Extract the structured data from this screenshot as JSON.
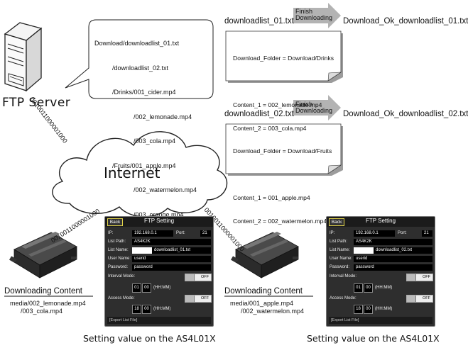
{
  "server": {
    "label": "FTP Server",
    "bubble_lines": [
      "Download/downloadlist_01.txt",
      "          /downloadlist_02.txt",
      "          /Drinks/001_cider.mp4",
      "                      /002_lemonade.mp4",
      "                      /003_cola.mp4",
      "          /Fruits/001_apple.mp4",
      "                      /002_watermelon.mp4",
      "                      /003_orange.mp4"
    ]
  },
  "internet_label": "Internet",
  "binary_text": "0010011000001000",
  "flows": [
    {
      "source": "downloadlist_01.txt",
      "arrow_text": "Finish\nDownloading",
      "target": "Download_Ok_downloadlist_01.txt",
      "note_lines": [
        "Download_Folder = Download/Drinks",
        "",
        "Content_1 = 002_lemonade.mp4",
        "Content_2 = 003_cola.mp4"
      ]
    },
    {
      "source": "downloadlist_02.txt",
      "arrow_text": "Finish\nDownloading",
      "target": "Download_Ok_downloadlist_02.txt",
      "note_lines": [
        "Download_Folder = Download/Fruits",
        "",
        "Content_1 = 001_apple.mp4",
        "Content_2 = 002_watermelon.mp4"
      ]
    }
  ],
  "devices": [
    {
      "title": "Downloading Content",
      "content": "media/002_lemonade.mp4\n      /003_cola.mp4",
      "caption": "Setting value on the AS4L01X",
      "panel": {
        "back": "Back",
        "title": "FTP Setting",
        "ip_label": "IP:",
        "ip": "192.168.0.1",
        "port_label": "Port:",
        "port": "21",
        "list_path_label": "List Path:",
        "list_path": "AS4K2K",
        "list_name_label": "List Name:",
        "list_name": "downloadlist_01.txt",
        "user_label": "User Name:",
        "user": "userid",
        "password_label": "Password:",
        "password": "password",
        "interval_label": "Interval Mode:",
        "interval_toggle": "OFF",
        "interval_h": "01",
        "interval_m": "00",
        "interval_unit": "(HH:MM)",
        "access_label": "Access Mode:",
        "access_toggle": "OFF",
        "access_h": "18",
        "access_m": "00",
        "access_unit": "(HH:MM)",
        "export": "[Export List File]"
      }
    },
    {
      "title": "Downloading Content",
      "content": "media/001_apple.mp4\n      /002_watermelon.mp4",
      "caption": "Setting value on the AS4L01X",
      "panel": {
        "back": "Back",
        "title": "FTP Setting",
        "ip_label": "IP:",
        "ip": "192.168.0.1",
        "port_label": "Port:",
        "port": "21",
        "list_path_label": "List Path:",
        "list_path": "AS4K2K",
        "list_name_label": "List Name:",
        "list_name": "downloadlist_02.txt",
        "user_label": "User Name:",
        "user": "userid",
        "password_label": "Password:",
        "password": "password",
        "interval_label": "Interval Mode:",
        "interval_toggle": "OFF",
        "interval_h": "01",
        "interval_m": "00",
        "interval_unit": "(HH:MM)",
        "access_label": "Access Mode:",
        "access_toggle": "OFF",
        "access_h": "18",
        "access_m": "00",
        "access_unit": "(HH:MM)",
        "export": "[Export List File]"
      }
    }
  ]
}
